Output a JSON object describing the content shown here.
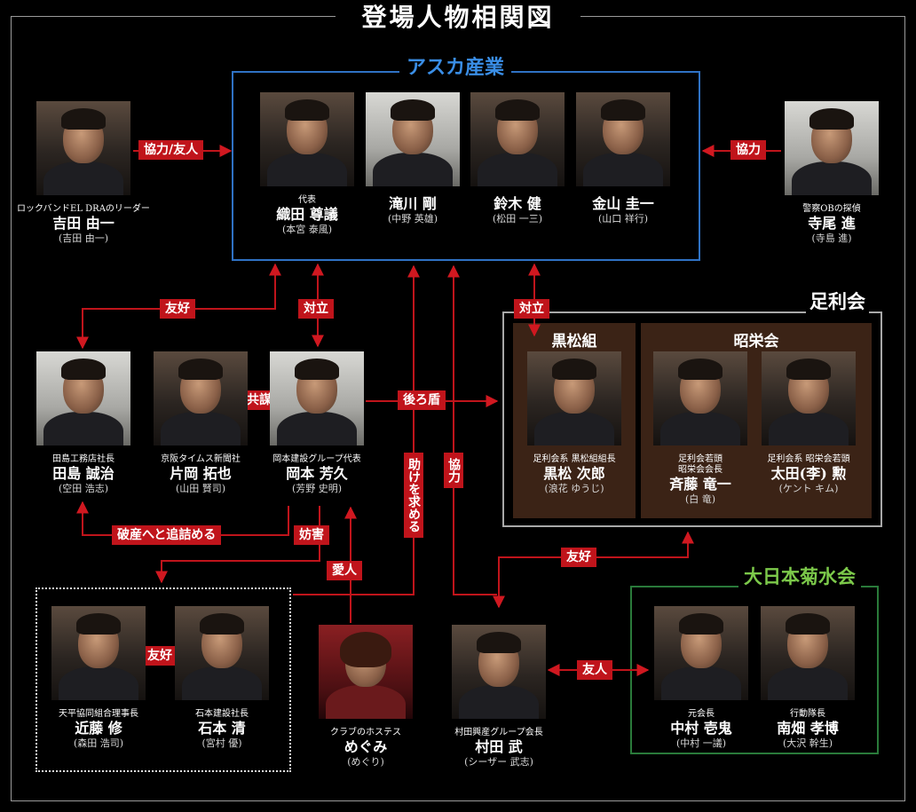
{
  "title": "登場人物相関図",
  "groups": {
    "asuka": "アスカ産業",
    "ashikaga": "足利会",
    "kurumatsu": "黒松組",
    "shoei": "昭栄会",
    "dainihon": "大日本菊水会"
  },
  "people": [
    {
      "id": "yoshida",
      "role": "ロックバンドEL DRAのリーダー",
      "name": "吉田 由一",
      "actor": "(吉田 由一)"
    },
    {
      "id": "oda",
      "role": "代表",
      "name": "織田 尊議",
      "actor": "(本宮 泰風)"
    },
    {
      "id": "takigawa",
      "role": "",
      "name": "滝川 剛",
      "actor": "(中野 英雄)"
    },
    {
      "id": "suzuki",
      "role": "",
      "name": "鈴木 健",
      "actor": "(松田 一三)"
    },
    {
      "id": "kanayama",
      "role": "",
      "name": "金山 圭一",
      "actor": "(山口 祥行)"
    },
    {
      "id": "terao",
      "role": "警察OBの探偵",
      "name": "寺尾 進",
      "actor": "(寺島 進)"
    },
    {
      "id": "tajima",
      "role": "田島工務店社長",
      "name": "田島 誠治",
      "actor": "(空田 浩志)"
    },
    {
      "id": "kataoka",
      "role": "京阪タイムス新聞社",
      "name": "片岡 拓也",
      "actor": "(山田 賢司)"
    },
    {
      "id": "okamoto",
      "role": "岡本建設グループ代表",
      "name": "岡本 芳久",
      "actor": "(芳野 史明)"
    },
    {
      "id": "kuromatsu",
      "role": "足利会系 黒松組組長",
      "name": "黒松 次郎",
      "actor": "(浪花 ゆうじ)"
    },
    {
      "id": "saito",
      "role": "足利会若頭\n昭栄会会長",
      "name": "斉藤 竜一",
      "actor": "(白 竜)"
    },
    {
      "id": "ota",
      "role": "足利会系 昭栄会若頭",
      "name": "太田(李) 勲",
      "actor": "(ケント キム)"
    },
    {
      "id": "kondo",
      "role": "天平協同組合理事長",
      "name": "近藤 修",
      "actor": "(森田 浩司)"
    },
    {
      "id": "ishimoto",
      "role": "石本建設社長",
      "name": "石本 清",
      "actor": "(宮村 優)"
    },
    {
      "id": "megumi",
      "role": "クラブのホステス",
      "name": "めぐみ",
      "actor": "(めぐり)"
    },
    {
      "id": "murata",
      "role": "村田興産グループ会長",
      "name": "村田 武",
      "actor": "(シーザー 武志)"
    },
    {
      "id": "nakamura",
      "role": "元会長",
      "name": "中村 壱鬼",
      "actor": "(中村 一議)"
    },
    {
      "id": "minamihata",
      "role": "行動隊長",
      "name": "南畑 孝博",
      "actor": "(大沢 幹生)"
    }
  ],
  "relations": [
    {
      "id": "r1",
      "label": "協力/友人"
    },
    {
      "id": "r2",
      "label": "協力"
    },
    {
      "id": "r3",
      "label": "友好"
    },
    {
      "id": "r4",
      "label": "対立"
    },
    {
      "id": "r5",
      "label": "対立"
    },
    {
      "id": "r6",
      "label": "共謀"
    },
    {
      "id": "r7",
      "label": "後ろ盾"
    },
    {
      "id": "r8",
      "label": "助けを求める"
    },
    {
      "id": "r9",
      "label": "協力"
    },
    {
      "id": "r10",
      "label": "破産へと追詰める"
    },
    {
      "id": "r11",
      "label": "妨害"
    },
    {
      "id": "r12",
      "label": "愛人"
    },
    {
      "id": "r13",
      "label": "友好"
    },
    {
      "id": "r14",
      "label": "友好"
    },
    {
      "id": "r15",
      "label": "友人"
    }
  ]
}
